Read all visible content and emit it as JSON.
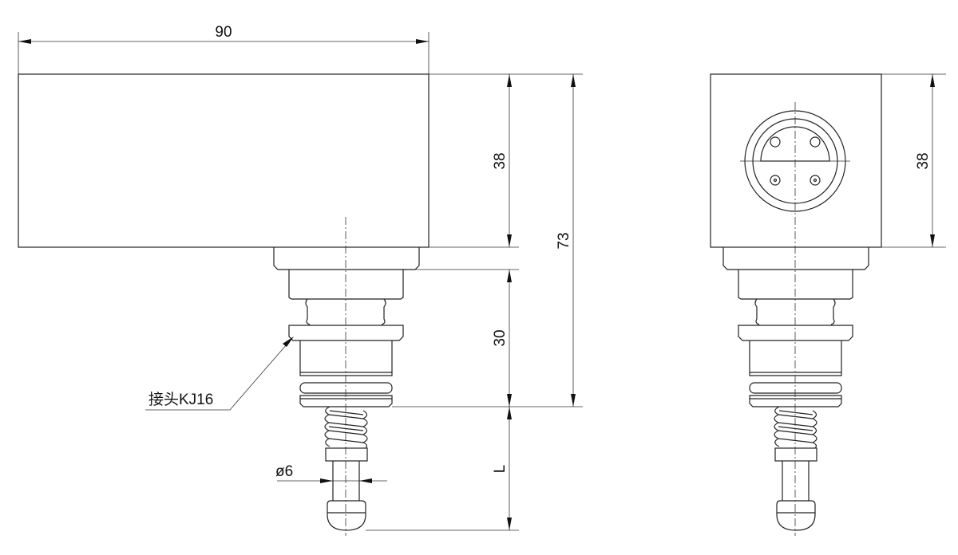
{
  "dimensions": {
    "width": "90",
    "height_box": "38",
    "overall_height": "73",
    "connector_height": "30",
    "probe_length": "L",
    "pin_diameter": "ø6",
    "side_box_height": "38"
  },
  "labels": {
    "connector": "接头KJ16"
  },
  "colors": {
    "line": "#222222",
    "background": "#ffffff"
  }
}
